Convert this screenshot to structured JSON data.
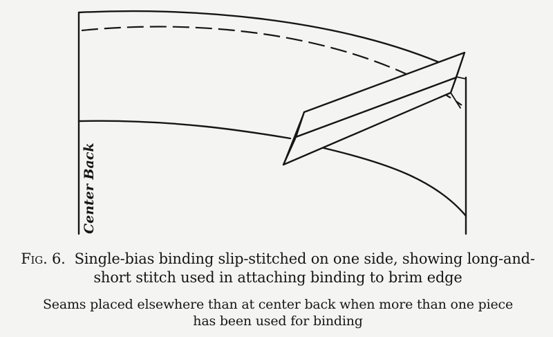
{
  "diagram": {
    "side_label": "Center Back"
  },
  "caption": {
    "figure_label": "Fig. 6.",
    "line_1": "Single-bias binding slip-stitched on one side, showing long-and-",
    "line_2": "short stitch used in attaching binding to brim edge"
  },
  "note": {
    "line_1": "Seams placed elsewhere than at center back when more than one piece",
    "line_2": "has been used for binding"
  }
}
